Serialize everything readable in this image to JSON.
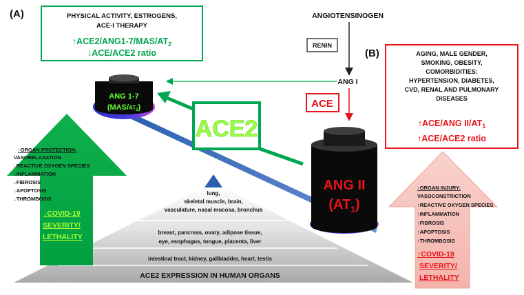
{
  "labels": {
    "panel_a": "(A)",
    "panel_b": "(B)",
    "angiotensinogen": "ANGIOTENSINOGEN",
    "renin": "RENIN",
    "ang1": "ANG I",
    "ace": "ACE",
    "ace2": "ACE2"
  },
  "box_a": {
    "line1": "PHYSICAL ACTIVITY, ESTROGENS,",
    "line2": "ACE-I THERAPY",
    "line3": "↑ACE2/ANG1-7/MAS/AT",
    "line3_sub": "2",
    "line4": "↓ACE/ACE2 ratio"
  },
  "box_b": {
    "lines": [
      "AGING, MALE GENDER,",
      "SMOKING, OBESITY,",
      "COMORBIDITIES:",
      "HYPERTENSION, DIABETES,",
      "CVD, RENAL AND PULMONARY",
      "DISEASES"
    ],
    "red1": "↑ACE/ANG II/AT",
    "red1_sub": "1",
    "red2": "↑ACE/ACE2 ratio"
  },
  "weight_small": {
    "line1": "ANG 1-7",
    "line2": "(MAS/",
    "line2_small": "AT",
    "line2_sub": "2",
    "line2_end": ")"
  },
  "weight_large": {
    "line1": "ANG II",
    "line2": "(AT",
    "line2_sub": "1",
    "line2_end": ")"
  },
  "arrow_green": {
    "title": "↑ORGAN PROTECTION:",
    "items": [
      "VASORELAXATION",
      "↓REACTIVE OXYGEN SPECIES",
      "↓INFLAMMATION",
      "↓FIBROSIS",
      "↓APOPTOSIS",
      "↓THROMBOSIS"
    ],
    "covid": [
      "↓COVID-19",
      "SEVERITY/",
      "LETHALITY"
    ]
  },
  "arrow_pink": {
    "title": "↑ORGAN INJURY:",
    "items": [
      "VASOCONSTRICTION",
      "↑REACTIVE OXYGEN SPECIES",
      "↑INFLAMMATION",
      "↑FIBROSIS",
      "↑APOPTOSIS",
      "↑THROMBOSIS"
    ],
    "covid": [
      "↑COVID-19",
      "SEVERITY/",
      "LETHALITY"
    ]
  },
  "pyramid": {
    "tier1": [
      "lung,",
      "skeletal muscle, brain,",
      "vasculature, nasal mucosa, bronchus"
    ],
    "tier2": [
      "breast, pancreas, ovary, adipose tissue,",
      "eye, esophagus, tongue, placenta, liver"
    ],
    "tier3": "intestinal tract, kidney, gallbladder, heart, testis",
    "base": "ACE2 EXPRESSION IN HUMAN ORGANS"
  },
  "colors": {
    "green": "#00a651",
    "light_green": "#66ff33",
    "red": "#e8141b",
    "pink": "#f8c9c4",
    "blue": "#2e5eaa"
  }
}
